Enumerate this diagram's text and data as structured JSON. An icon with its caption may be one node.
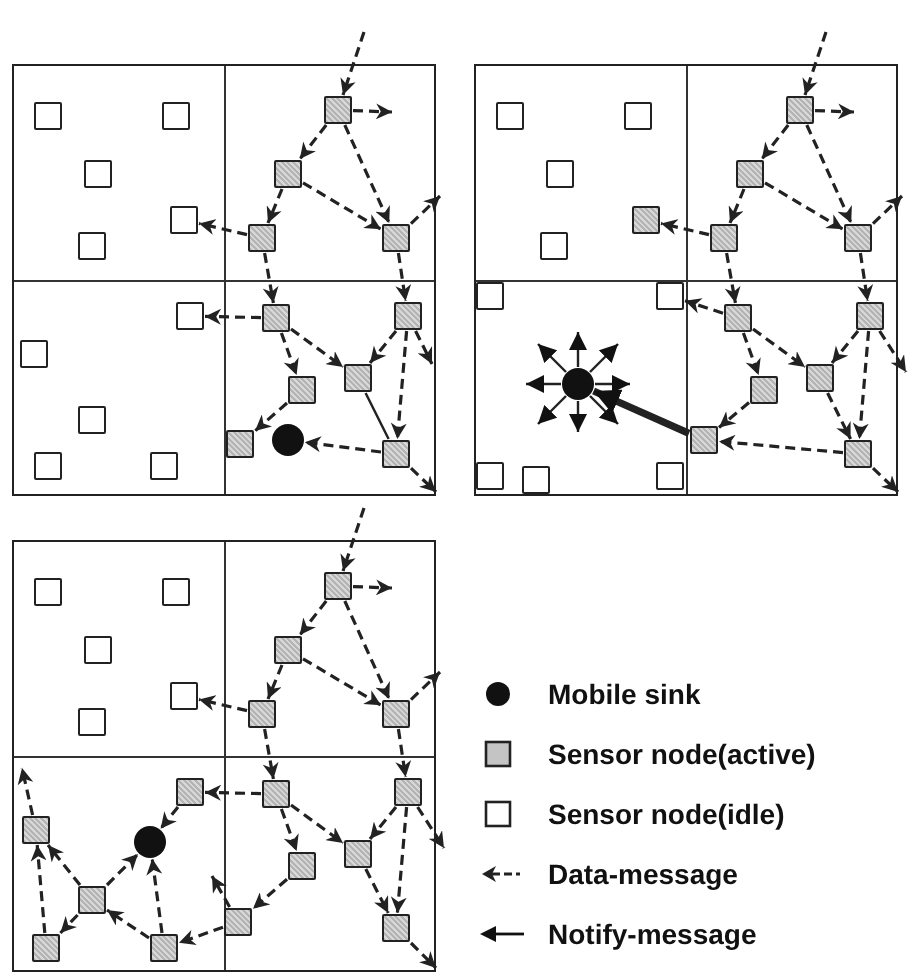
{
  "diagram": {
    "nodes": [
      {
        "text": [],
        "shape": "box"
      },
      {
        "text": [],
        "shape": "box"
      },
      {
        "text": [],
        "shape": "box"
      },
      {
        "text": [],
        "shape": "box"
      },
      {
        "text": [],
        "shape": "box"
      },
      {
        "text": [],
        "shape": "box"
      },
      {
        "text": [],
        "shape": "box"
      },
      {
        "text": [],
        "shape": "box"
      },
      {
        "text": [],
        "shape": "box"
      },
      {
        "text": [],
        "shape": "box"
      },
      {
        "text": [],
        "shape": "box"
      },
      {
        "text": [],
        "shape": "box"
      },
      {
        "text": [],
        "shape": "box"
      },
      {
        "text": [],
        "shape": "box"
      },
      {
        "text": [],
        "shape": "box"
      },
      {
        "text": [],
        "shape": "box"
      },
      {
        "text": [],
        "shape": "box"
      },
      {
        "text": [],
        "shape": "box"
      },
      {
        "text": [],
        "shape": "circle"
      },
      {
        "text": [],
        "shape": "box"
      },
      {
        "text": [],
        "shape": "box"
      },
      {
        "text": [],
        "shape": "box"
      },
      {
        "text": [],
        "shape": "box"
      },
      {
        "text": [],
        "shape": "box"
      },
      {
        "text": [],
        "shape": "box"
      },
      {
        "text": [],
        "shape": "box"
      },
      {
        "text": [],
        "shape": "box"
      },
      {
        "text": [],
        "shape": "box"
      },
      {
        "text": [],
        "shape": "box"
      },
      {
        "text": [],
        "shape": "box"
      },
      {
        "text": [],
        "shape": "box"
      },
      {
        "text": [],
        "shape": "box"
      },
      {
        "text": [],
        "shape": "box"
      },
      {
        "text": [],
        "shape": "box"
      },
      {
        "text": [],
        "shape": "box"
      },
      {
        "text": [],
        "shape": "box"
      },
      {
        "text": [],
        "shape": "box"
      },
      {
        "text": [],
        "shape": "box"
      },
      {
        "text": [],
        "shape": "box"
      },
      {
        "text": [],
        "shape": "circle"
      },
      {
        "text": [],
        "shape": "box"
      },
      {
        "text": [],
        "shape": "box"
      },
      {
        "text": [],
        "shape": "box"
      },
      {
        "text": [],
        "shape": "box"
      },
      {
        "text": [],
        "shape": "box"
      },
      {
        "text": [],
        "shape": "box"
      },
      {
        "text": [],
        "shape": "box"
      },
      {
        "text": [],
        "shape": "box"
      },
      {
        "text": [],
        "shape": "box"
      },
      {
        "text": [],
        "shape": "box"
      },
      {
        "text": [],
        "shape": "box"
      },
      {
        "text": [],
        "shape": "box"
      },
      {
        "text": [],
        "shape": "box"
      },
      {
        "text": [],
        "shape": "box"
      },
      {
        "text": [],
        "shape": "box"
      },
      {
        "text": [],
        "shape": "box"
      },
      {
        "text": [],
        "shape": "box"
      },
      {
        "text": [],
        "shape": "box"
      },
      {
        "text": [],
        "shape": "box"
      },
      {
        "text": [],
        "shape": "box"
      },
      {
        "text": [],
        "shape": "circle"
      },
      {
        "text": [],
        "shape": "box"
      },
      {
        "text": [],
        "shape": "box"
      }
    ],
    "edges": [
      {
        "from": null,
        "to": 5,
        "arrow": "to",
        "style": "dashed"
      },
      {
        "from": 5,
        "to": null,
        "arrow": "to",
        "style": "dashed"
      },
      {
        "from": 5,
        "to": 6,
        "arrow": "to",
        "style": "dashed"
      },
      {
        "from": 5,
        "to": 8,
        "arrow": "to",
        "style": "dashed"
      },
      {
        "from": 6,
        "to": 7,
        "arrow": "to",
        "style": "dashed"
      },
      {
        "from": 6,
        "to": 8,
        "arrow": "to",
        "style": "dashed"
      },
      {
        "from": 8,
        "to": null,
        "arrow": "to",
        "style": "dashed"
      },
      {
        "from": 7,
        "to": 3,
        "arrow": "to",
        "style": "dashed"
      },
      {
        "from": 7,
        "to": 14,
        "arrow": "to",
        "style": "dashed"
      },
      {
        "from": 8,
        "to": 15,
        "arrow": "to",
        "style": "dashed"
      },
      {
        "from": 14,
        "to": 9,
        "arrow": "to",
        "style": "dashed"
      },
      {
        "from": 14,
        "to": 16,
        "arrow": "to",
        "style": "dashed"
      },
      {
        "from": 14,
        "to": 17,
        "arrow": "to",
        "style": "dashed"
      },
      {
        "from": 15,
        "to": 16,
        "arrow": "to",
        "style": "dashed"
      },
      {
        "from": 15,
        "to": null,
        "arrow": "to",
        "style": "dashed"
      },
      {
        "from": 15,
        "to": 20,
        "arrow": "to",
        "style": "dashed"
      },
      {
        "from": 16,
        "to": 20,
        "arrow": "none"
      },
      {
        "from": 17,
        "to": 19,
        "arrow": "to",
        "style": "dashed"
      },
      {
        "from": 20,
        "to": 18,
        "arrow": "to",
        "style": "dashed"
      },
      {
        "from": 20,
        "to": null,
        "arrow": "to",
        "style": "dashed"
      },
      {
        "from": null,
        "to": 26,
        "arrow": "to",
        "style": "dashed"
      },
      {
        "from": 26,
        "to": null,
        "arrow": "to",
        "style": "dashed"
      },
      {
        "from": 26,
        "to": 27,
        "arrow": "to",
        "style": "dashed"
      },
      {
        "from": 26,
        "to": 29,
        "arrow": "to",
        "style": "dashed"
      },
      {
        "from": 27,
        "to": 28,
        "arrow": "to",
        "style": "dashed"
      },
      {
        "from": 27,
        "to": 29,
        "arrow": "to",
        "style": "dashed"
      },
      {
        "from": 29,
        "to": null,
        "arrow": "to",
        "style": "dashed"
      },
      {
        "from": 28,
        "to": 24,
        "arrow": "to",
        "style": "dashed"
      },
      {
        "from": 28,
        "to": 35,
        "arrow": "to",
        "style": "dashed"
      },
      {
        "from": 29,
        "to": 36,
        "arrow": "to",
        "style": "dashed"
      },
      {
        "from": 35,
        "to": 30,
        "arrow": "to",
        "style": "dashed"
      },
      {
        "from": 35,
        "to": 37,
        "arrow": "to",
        "style": "dashed"
      },
      {
        "from": 35,
        "to": 38,
        "arrow": "to",
        "style": "dashed"
      },
      {
        "from": 36,
        "to": 37,
        "arrow": "to",
        "style": "dashed"
      },
      {
        "from": 36,
        "to": null,
        "arrow": "to",
        "style": "dashed"
      },
      {
        "from": 36,
        "to": 41,
        "arrow": "to",
        "style": "dashed"
      },
      {
        "from": 37,
        "to": 41,
        "arrow": "to",
        "style": "dashed"
      },
      {
        "from": 38,
        "to": 40,
        "arrow": "to",
        "style": "dashed"
      },
      {
        "from": 41,
        "to": 40,
        "arrow": "to",
        "style": "dashed"
      },
      {
        "from": 41,
        "to": null,
        "arrow": "to",
        "style": "dashed"
      },
      {
        "from": 40,
        "to": 39,
        "arrow": "to",
        "style": "thick"
      },
      {
        "from": 39,
        "to": null,
        "arrow": "to"
      },
      {
        "from": 39,
        "to": null,
        "arrow": "to"
      },
      {
        "from": 39,
        "to": null,
        "arrow": "to"
      },
      {
        "from": 39,
        "to": null,
        "arrow": "to"
      },
      {
        "from": 39,
        "to": null,
        "arrow": "to"
      },
      {
        "from": 39,
        "to": null,
        "arrow": "to"
      },
      {
        "from": 39,
        "to": null,
        "arrow": "to"
      },
      {
        "from": 39,
        "to": null,
        "arrow": "to"
      },
      {
        "from": null,
        "to": 47,
        "arrow": "to",
        "style": "dashed"
      },
      {
        "from": 47,
        "to": null,
        "arrow": "to",
        "style": "dashed"
      },
      {
        "from": 47,
        "to": 48,
        "arrow": "to",
        "style": "dashed"
      },
      {
        "from": 47,
        "to": 50,
        "arrow": "to",
        "style": "dashed"
      },
      {
        "from": 48,
        "to": 49,
        "arrow": "to",
        "style": "dashed"
      },
      {
        "from": 48,
        "to": 50,
        "arrow": "to",
        "style": "dashed"
      },
      {
        "from": 50,
        "to": null,
        "arrow": "to",
        "style": "dashed"
      },
      {
        "from": 49,
        "to": 45,
        "arrow": "to",
        "style": "dashed"
      },
      {
        "from": 49,
        "to": 56,
        "arrow": "to",
        "style": "dashed"
      },
      {
        "from": 50,
        "to": 57,
        "arrow": "to",
        "style": "dashed"
      },
      {
        "from": 56,
        "to": 51,
        "arrow": "to",
        "style": "dashed"
      },
      {
        "from": 56,
        "to": 58,
        "arrow": "to",
        "style": "dashed"
      },
      {
        "from": 56,
        "to": 59,
        "arrow": "to",
        "style": "dashed"
      },
      {
        "from": 57,
        "to": 58,
        "arrow": "to",
        "style": "dashed"
      },
      {
        "from": 57,
        "to": null,
        "arrow": "to",
        "style": "dashed"
      },
      {
        "from": 57,
        "to": 62,
        "arrow": "to",
        "style": "dashed"
      },
      {
        "from": 58,
        "to": 62,
        "arrow": "to",
        "style": "dashed"
      },
      {
        "from": 59,
        "to": 61,
        "arrow": "to",
        "style": "dashed"
      },
      {
        "from": 62,
        "to": null,
        "arrow": "to",
        "style": "dashed"
      },
      {
        "from": 51,
        "to": 60,
        "arrow": "to",
        "style": "dashed"
      },
      {
        "from": 55,
        "to": 60,
        "arrow": "to",
        "style": "dashed"
      },
      {
        "from": 53,
        "to": 60,
        "arrow": "to",
        "style": "dashed"
      },
      {
        "from": 53,
        "to": 52,
        "arrow": "to",
        "style": "dashed"
      },
      {
        "from": 54,
        "to": 52,
        "arrow": "to",
        "style": "dashed"
      },
      {
        "from": 52,
        "to": null,
        "arrow": "to",
        "style": "dashed"
      },
      {
        "from": 53,
        "to": 54,
        "arrow": "to",
        "style": "dashed"
      },
      {
        "from": 55,
        "to": 53,
        "arrow": "to",
        "style": "dashed"
      },
      {
        "from": 61,
        "to": 55,
        "arrow": "to",
        "style": "dashed"
      },
      {
        "from": 61,
        "to": null,
        "arrow": "to",
        "style": "dashed"
      }
    ],
    "legend": [
      {
        "text": "Mobile sink"
      },
      {
        "text": "Sensor node(active)"
      },
      {
        "text": "Sensor node(idle)"
      },
      {
        "text": "Data-message"
      },
      {
        "text": "Notify-message"
      }
    ]
  }
}
